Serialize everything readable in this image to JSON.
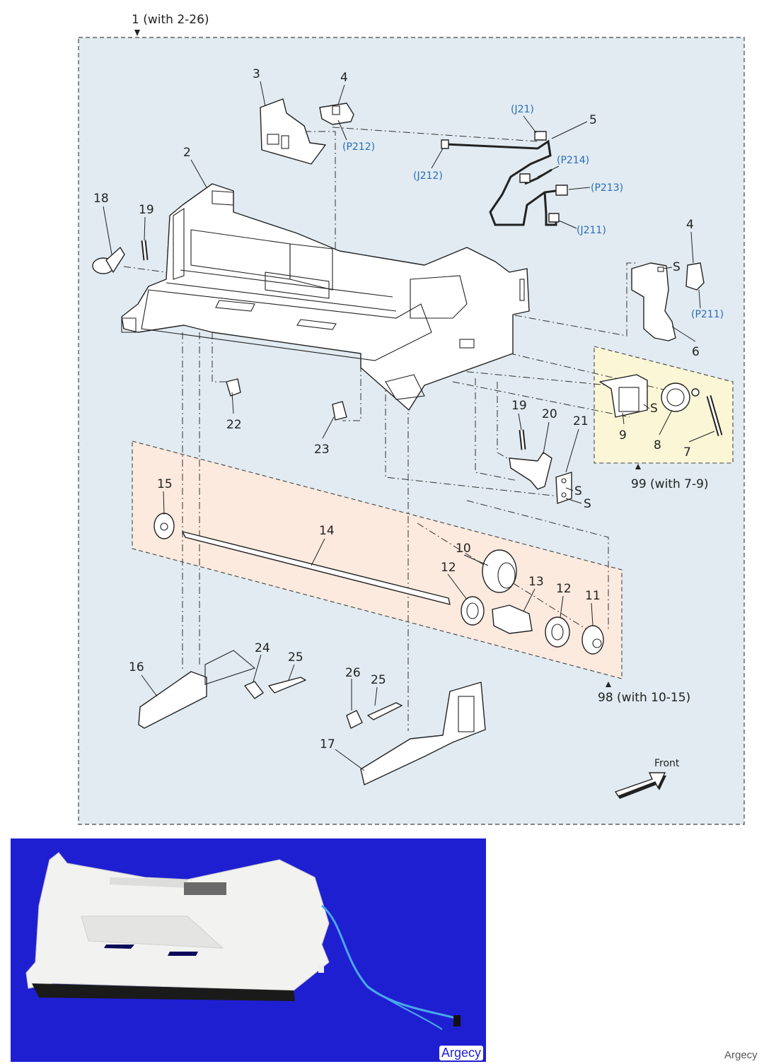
{
  "assembly_label": "1 (with 2-26)",
  "sub_assemblies": {
    "solenoid_kit": "99 (with 7-9)",
    "feed_roll_kit": "98 (with 10-15)"
  },
  "callouts": {
    "c2": "2",
    "c3": "3",
    "c4a": "4",
    "c4b": "4",
    "c5": "5",
    "c6": "6",
    "c7": "7",
    "c8": "8",
    "c9": "9",
    "c10": "10",
    "c11": "11",
    "c12a": "12",
    "c12b": "12",
    "c13": "13",
    "c14": "14",
    "c15": "15",
    "c16": "16",
    "c17": "17",
    "c18": "18",
    "c19a": "19",
    "c19b": "19",
    "c20": "20",
    "c21": "21",
    "c22": "22",
    "c23": "23",
    "c24": "24",
    "c25a": "25",
    "c25b": "25",
    "c26": "26"
  },
  "connectors": {
    "p212": "(P212)",
    "j21": "(J21)",
    "j212": "(J212)",
    "p214": "(P214)",
    "p213": "(P213)",
    "j211": "(J211)",
    "p211": "(P211)"
  },
  "screws": {
    "s": "S"
  },
  "front_label": "Front",
  "photo_watermark": "Argecy",
  "footer_watermark": "Argecy",
  "colors": {
    "main_panel": "#e1ebf1",
    "solenoid_panel": "#fbf7d6",
    "feed_roll_panel": "#fbeadd",
    "connector_text": "#2a6db5",
    "photo_background": "#1f1fd2"
  }
}
